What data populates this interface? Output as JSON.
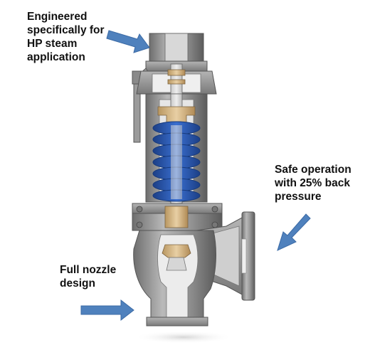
{
  "callouts": {
    "engineered": [
      "Engineered",
      "specifically for",
      "HP steam",
      "application"
    ],
    "safe_operation": [
      "Safe operation",
      "with 25% back",
      "pressure"
    ],
    "full_nozzle": [
      "Full nozzle",
      "design"
    ]
  },
  "icons": {
    "arrow": "arrow-icon",
    "valve": "safety-valve-cutaway-illustration"
  },
  "colors": {
    "arrow": "#4f81bd",
    "spring": "#2f5fb3",
    "body_steel": "#9a9a9a",
    "brass": "#d2b483",
    "text": "#111111"
  }
}
